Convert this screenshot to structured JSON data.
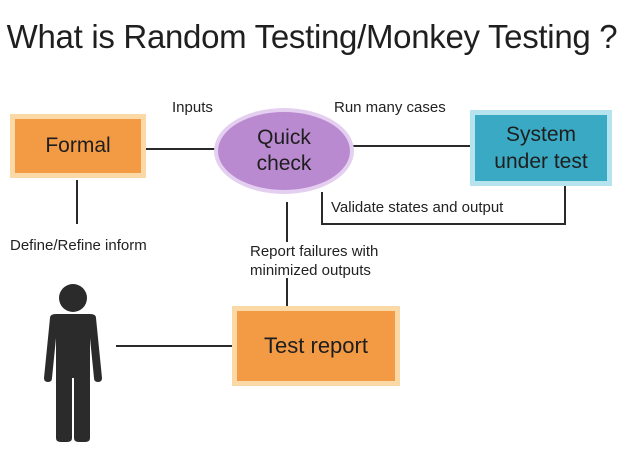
{
  "title": "What is Random Testing/Monkey Testing ?",
  "nodes": {
    "formal": "Formal",
    "quick_check": [
      "Quick",
      "check"
    ],
    "sut": [
      "System",
      "under test"
    ],
    "test_report": "Test report"
  },
  "edge_labels": {
    "inputs": "Inputs",
    "run_many_cases": "Run many cases",
    "validate": "Validate states and output",
    "define_refine": "Define/Refine inform",
    "report_failures": [
      "Report failures with",
      "minimized outputs"
    ]
  },
  "colors": {
    "orange": "#f39a45",
    "purple": "#b98ad0",
    "teal": "#3aa9c3"
  }
}
